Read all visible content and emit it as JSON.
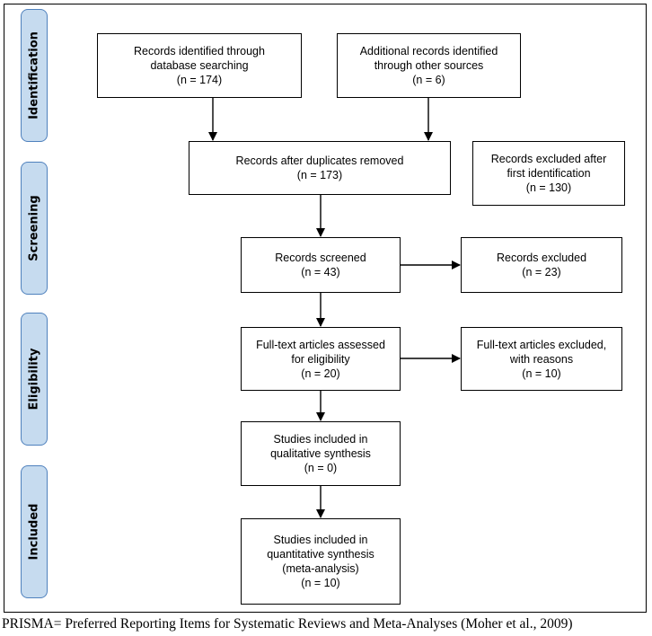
{
  "phases": [
    "Identification",
    "Screening",
    "Eligibility",
    "Included"
  ],
  "boxes": {
    "db_search": [
      "Records identified through",
      "database searching",
      "(n = 174)"
    ],
    "other_sources": [
      "Additional records identified",
      "through other sources",
      "(n = 6)"
    ],
    "dup_removed": [
      "Records after duplicates removed",
      "(n = 173)"
    ],
    "excluded_first": [
      "Records excluded after",
      "first identification",
      "(n = 130)"
    ],
    "screened": [
      "Records screened",
      "(n = 43)"
    ],
    "excluded": [
      "Records excluded",
      "(n = 23)"
    ],
    "fulltext": [
      "Full-text articles assessed",
      "for eligibility",
      "(n = 20)"
    ],
    "fulltext_excluded": [
      "Full-text articles excluded,",
      "with reasons",
      "(n = 10)"
    ],
    "qualitative": [
      "Studies included in",
      "qualitative synthesis",
      "(n = 0)"
    ],
    "quantitative": [
      "Studies included in",
      "quantitative synthesis",
      "(meta-analysis)",
      "(n = 10)"
    ]
  },
  "caption": "PRISMA= Preferred Reporting Items for Systematic Reviews and Meta-Analyses (Moher et al., 2009)",
  "colors": {
    "phase_fill": "#c6dbef",
    "phase_border": "#4f81bd"
  }
}
